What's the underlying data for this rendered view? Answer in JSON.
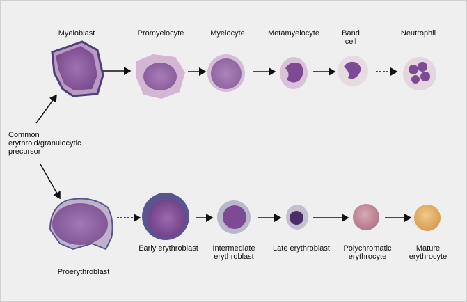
{
  "labels": {
    "myeloblast": "Myeloblast",
    "promyelocyte": "Promyelocyte",
    "myelocyte": "Myelocyte",
    "metamyelocyte": "Metamyelocyte",
    "band_cell_1": "Band",
    "band_cell_2": "cell",
    "neutrophil": "Neutrophil",
    "precursor_1": "Common",
    "precursor_2": "erythroid/granulocytic",
    "precursor_3": "precursor",
    "proerythroblast": "Proerythroblast",
    "early_erythroblast": "Early erythroblast",
    "intermediate_erythroblast_1": "Intermediate",
    "intermediate_erythroblast_2": "erythroblast",
    "late_erythroblast": "Late erythroblast",
    "polychromatic_erythrocyte_1": "Polychromatic",
    "polychromatic_erythrocyte_2": "erythrocyte",
    "mature_erythrocyte_1": "Mature",
    "mature_erythrocyte_2": "erythrocyte"
  },
  "colors": {
    "background": "#efefef",
    "cytoplasm_purple": "#b99ac3",
    "nucleus_purple": "#7d4a93",
    "blast_edge": "#4c3f7c",
    "erythrocyte_pink": "#c48a9a",
    "mature_orange": "#e9b56e",
    "arrow": "#111111"
  }
}
